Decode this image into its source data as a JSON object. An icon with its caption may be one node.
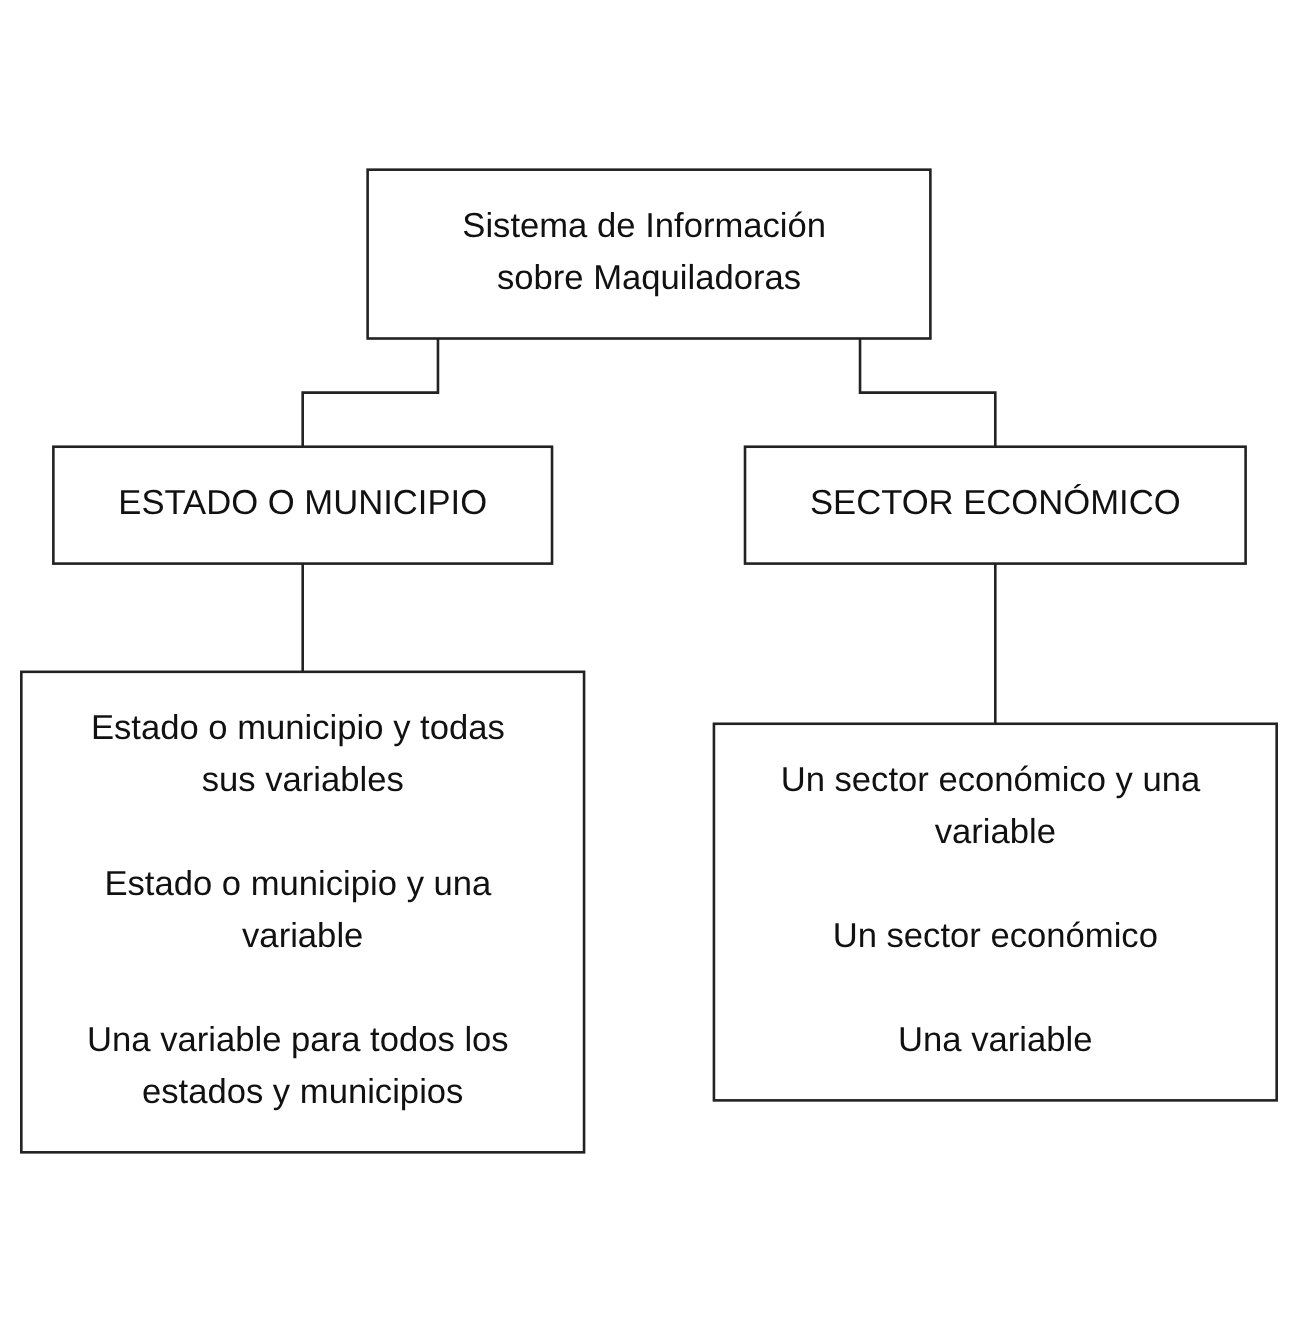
{
  "diagram": {
    "nodes": [
      {
        "text": [
          "Sistema de Información sobre Maquiladoras"
        ]
      },
      {
        "text": [
          "ESTADO O MUNICIPIO"
        ]
      },
      {
        "text": [
          "SECTOR ECONÓMICO"
        ]
      },
      {
        "text": [
          "Estado o municipio y todas sus variables",
          "Estado o municipio y una variable",
          "Una variable para todos los estados y municipios"
        ]
      },
      {
        "text": [
          "Un sector económico y una variable",
          "Un sector económico",
          "Una variable"
        ]
      }
    ],
    "edges": [
      {
        "from": 0,
        "to": 1,
        "arrow": "none"
      },
      {
        "from": 0,
        "to": 2,
        "arrow": "none"
      },
      {
        "from": 1,
        "to": 3,
        "arrow": "none"
      },
      {
        "from": 2,
        "to": 4,
        "arrow": "none"
      }
    ]
  }
}
